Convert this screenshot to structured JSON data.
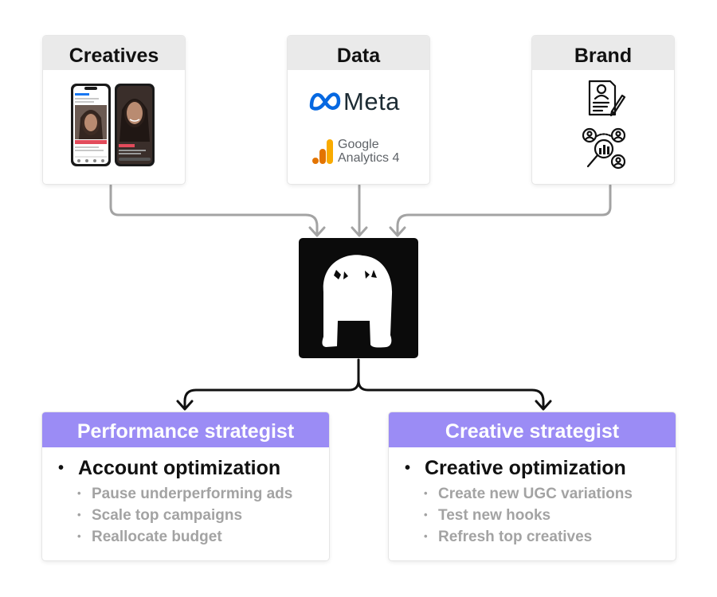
{
  "sources": {
    "creatives": {
      "title": "Creatives",
      "image": "phone-ad-previews"
    },
    "data": {
      "title": "Data",
      "meta_label": "Meta",
      "ga_line1": "Google",
      "ga_line2": "Analytics 4",
      "icons": [
        "meta-logo",
        "google-analytics-logo"
      ]
    },
    "brand": {
      "title": "Brand",
      "icons": [
        "document-signature-icon",
        "audience-analytics-icon"
      ]
    }
  },
  "agent": {
    "icon": "ghost-mascot"
  },
  "outputs": {
    "performance": {
      "title": "Performance strategist",
      "main": "Account optimization",
      "items": [
        "Pause underperforming ads",
        "Scale top campaigns",
        "Reallocate budget"
      ]
    },
    "creative": {
      "title": "Creative strategist",
      "main": "Creative optimization",
      "items": [
        "Create new UGC variations",
        "Test new hooks",
        "Refresh top creatives"
      ]
    }
  },
  "colors": {
    "header_gray": "#eaeaea",
    "output_header": "#9b8cf5",
    "connector": "#a0a0a0",
    "agent_bg": "#0b0b0b"
  }
}
